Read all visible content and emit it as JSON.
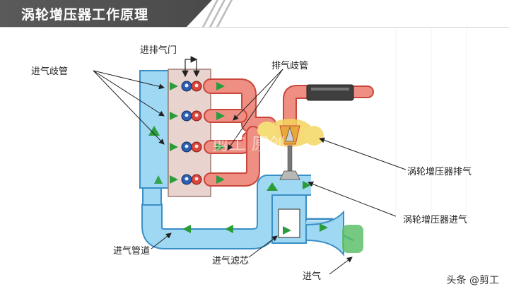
{
  "title": "涡轮增压器工作原理",
  "labels": {
    "exhaust_intake_valve": "进排气门",
    "intake_manifold": "进气歧管",
    "exhaust_manifold": "排气歧管",
    "turbo_exhaust": "涡轮增压器排气",
    "turbo_intake": "涡轮增压器进气",
    "intake_pipe": "进气管道",
    "intake_filter": "进气滤芯",
    "intake": "进气"
  },
  "watermark": "剪工 原创",
  "credit": "头条 @剪工",
  "colors": {
    "intake_air": "#9fd8f2",
    "intake_border": "#3b8fc7",
    "exhaust_gas": "#ef8f84",
    "exhaust_border": "#c9463a",
    "arrow_green": "#2a9c3b",
    "engine_block": "#e9d3cf",
    "filter_green": "#5dbf6a"
  }
}
